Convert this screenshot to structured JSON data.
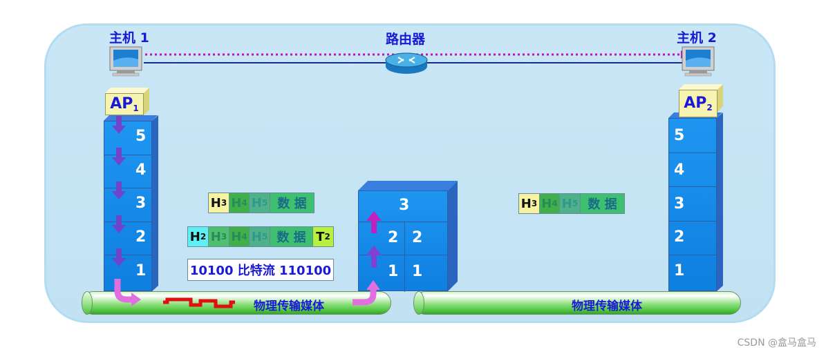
{
  "hosts": {
    "left_label": "主机 1",
    "right_label": "主机 2",
    "router_label": "路由器"
  },
  "apps": {
    "left_ap": "AP",
    "left_sub": "1",
    "right_ap": "AP",
    "right_sub": "2"
  },
  "left_stack_layers": [
    "5",
    "4",
    "3",
    "2",
    "1"
  ],
  "right_stack_layers": [
    "5",
    "4",
    "3",
    "2",
    "1"
  ],
  "router_stack": {
    "top": "3",
    "mid_left": "2",
    "mid_right": "2",
    "bottom_left": "1",
    "bottom_right": "1"
  },
  "pdu_left_l3": {
    "h3": "H",
    "h3_sub": "3",
    "h4": "H",
    "h4_sub": "4",
    "h5": "H",
    "h5_sub": "5",
    "data": "数 据"
  },
  "pdu_left_l2": {
    "h2": "H",
    "h2_sub": "2",
    "h3": "H",
    "h3_sub": "3",
    "h4": "H",
    "h4_sub": "4",
    "h5": "H",
    "h5_sub": "5",
    "data": "数 据",
    "t2": "T",
    "t2_sub": "2"
  },
  "bitstream": "10100 比特流 110100",
  "pdu_right_l3": {
    "h3": "H",
    "h3_sub": "3",
    "h4": "H",
    "h4_sub": "4",
    "h5": "H",
    "h5_sub": "5",
    "data": "数 据"
  },
  "media": {
    "left": "物理传输媒体",
    "right": "物理传输媒体"
  },
  "watermark": "CSDN @盒马盒马",
  "colors": {
    "panel_bg": "#c2e2f4",
    "layer_blue": "#1e96f0",
    "label_blue": "#1a1ad6",
    "h2": "#5ef0f5",
    "h3": "#f7f3a0",
    "h4": "#3fb04a",
    "h5": "#4fb08a",
    "data": "#3fc070",
    "t2": "#b8f040",
    "arrow_purple": "#8040d0",
    "arrow_magenta": "#c020c0"
  }
}
